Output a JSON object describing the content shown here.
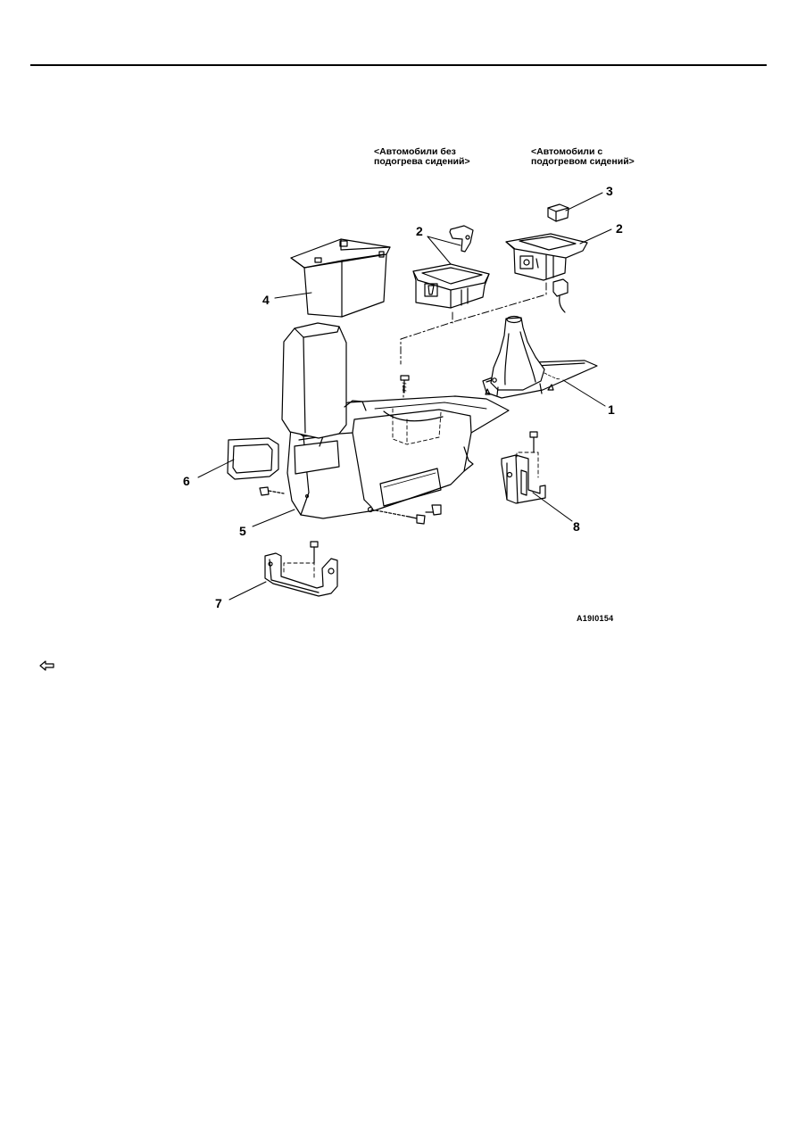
{
  "diagram": {
    "caption_without_heating": "<Автомобили без\nподогрева сидений>",
    "caption_with_heating": "<Автомобили с\nподогревом сидений>",
    "callouts": [
      "1",
      "2",
      "2",
      "3",
      "4",
      "5",
      "6",
      "7",
      "8"
    ],
    "figure_code": "A19I0154"
  },
  "legend": {
    "arrow_icon": "hollow-left-arrow-icon"
  }
}
